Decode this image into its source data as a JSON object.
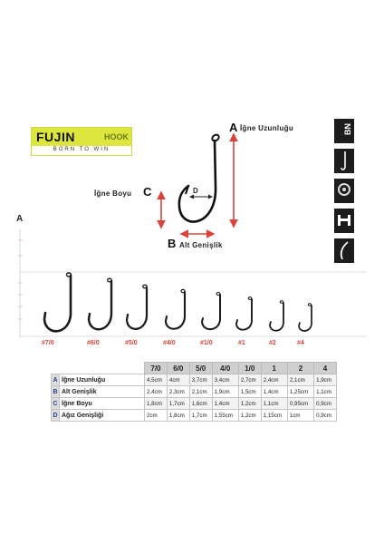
{
  "logo": {
    "brand": "FUJIN",
    "brand_sub": "HOOK",
    "tagline": "BORN TO WIN"
  },
  "diagram": {
    "a_letter": "A",
    "a_text": "İğne Uzunluğu",
    "b_letter": "B",
    "b_text": "Alt Genişlik",
    "c_letter": "C",
    "c_text": "İğne Boyu",
    "d_letter": "D"
  },
  "ruler": {
    "letter": "A"
  },
  "sizes": [
    "#7/0",
    "#6/0",
    "#5/0",
    "#4/0",
    "#1/0",
    "#1",
    "#2",
    "#4"
  ],
  "table": {
    "headers": [
      "7/0",
      "6/0",
      "5/0",
      "4/0",
      "1/0",
      "1",
      "2",
      "4"
    ],
    "rows": [
      {
        "letter": "A",
        "name": "İğne Uzunluğu",
        "values": [
          "4,5cm",
          "4cm",
          "3,7cm",
          "3,4cm",
          "2,7cm",
          "2,4cm",
          "2,1cm",
          "1,9cm"
        ]
      },
      {
        "letter": "B",
        "name": "Alt Genişlik",
        "values": [
          "2,4cm",
          "2,3cm",
          "2,1cm",
          "1,9cm",
          "1,5cm",
          "1,4cm",
          "1,25cm",
          "1,1cm"
        ]
      },
      {
        "letter": "C",
        "name": "İğne Boyu",
        "values": [
          "1,8cm",
          "1,7cm",
          "1,6cm",
          "1,4cm",
          "1,2cm",
          "1,1cm",
          "0,95cm",
          "0,9cm"
        ]
      },
      {
        "letter": "D",
        "name": "Ağız Genişliği",
        "values": [
          "2cm",
          "1,8cm",
          "1,7cm",
          "1,55cm",
          "1,2cm",
          "1,15cm",
          "1cm",
          "0,9cm"
        ]
      }
    ]
  },
  "colors": {
    "accent_red": "#d8443a",
    "logo_yellow": "#dde63f",
    "letter_blue": "#2b3c9a"
  }
}
